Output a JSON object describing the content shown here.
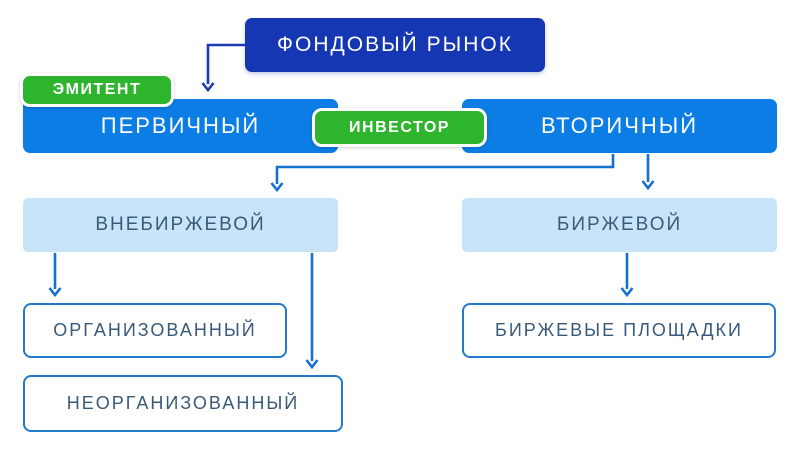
{
  "diagram": {
    "title": "ФОНДОВЫЙ РЫНОК",
    "issuer_badge": "ЭМИТЕНТ",
    "investor_badge": "ИНВЕСТОР",
    "primary_market": "ПЕРВИЧНЫЙ",
    "secondary_market": "ВТОРИЧНЫЙ",
    "otc_market": "ВНЕБИРЖЕВОЙ",
    "exchange_market": "БИРЖЕВОЙ",
    "organized": "ОРГАНИЗОВАННЫЙ",
    "unorganized": "НЕОРГАНИЗОВАННЫЙ",
    "exchange_platforms": "БИРЖЕВЫЕ ПЛОЩАДКИ",
    "colors": {
      "title_bg": "#1537b4",
      "market_bar_bg": "#0b7de4",
      "badge_bg": "#2eb42d",
      "light_box_bg": "#c8e4f8",
      "outline_box_border": "#2379ca",
      "dark_label_text": "#3a5a7a",
      "arrow_dark": "#1c3bb2",
      "arrow_blue": "#1371cf"
    }
  }
}
